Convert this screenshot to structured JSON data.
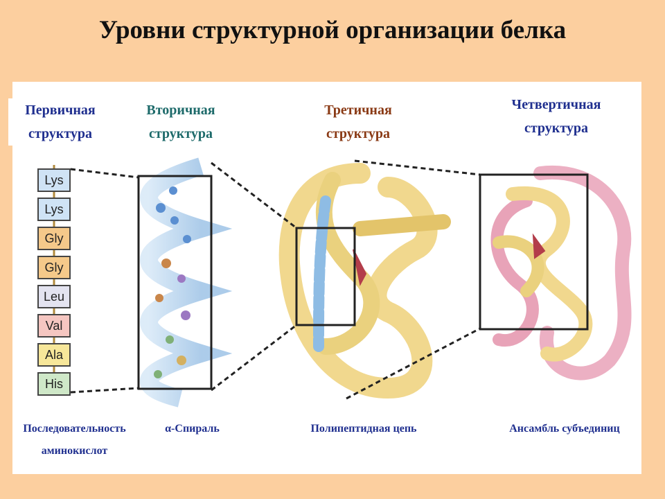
{
  "title": "Уровни структурной организации белка",
  "levels": {
    "primary": {
      "line1": "Первичная",
      "line2": "структура",
      "caption_line1": "Последовательность",
      "caption_line2": "аминокислот"
    },
    "secondary": {
      "line1": "Вторичная",
      "line2": "структура",
      "caption": "α-Спираль"
    },
    "tertiary": {
      "line1": "Третичная",
      "line2": "структура",
      "caption": "Полипептидная цепь"
    },
    "quaternary": {
      "line1": "Четвертичная",
      "line2": "структура",
      "caption": "Ансамбль субъединиц"
    }
  },
  "amino_acids": [
    {
      "name": "Lys",
      "color": "#cfe3f5"
    },
    {
      "name": "Lys",
      "color": "#cfe3f5"
    },
    {
      "name": "Gly",
      "color": "#f5c98a"
    },
    {
      "name": "Gly",
      "color": "#f5c98a"
    },
    {
      "name": "Leu",
      "color": "#e3e3f0"
    },
    {
      "name": "Val",
      "color": "#f5c6c1"
    },
    {
      "name": "Ala",
      "color": "#f7e79a"
    },
    {
      "name": "His",
      "color": "#cfe8c8"
    }
  ],
  "colors": {
    "background": "#fccf9f",
    "label_blue": "#1f2f8f",
    "label_teal": "#1d6a6a",
    "label_brown": "#8a3a15"
  }
}
